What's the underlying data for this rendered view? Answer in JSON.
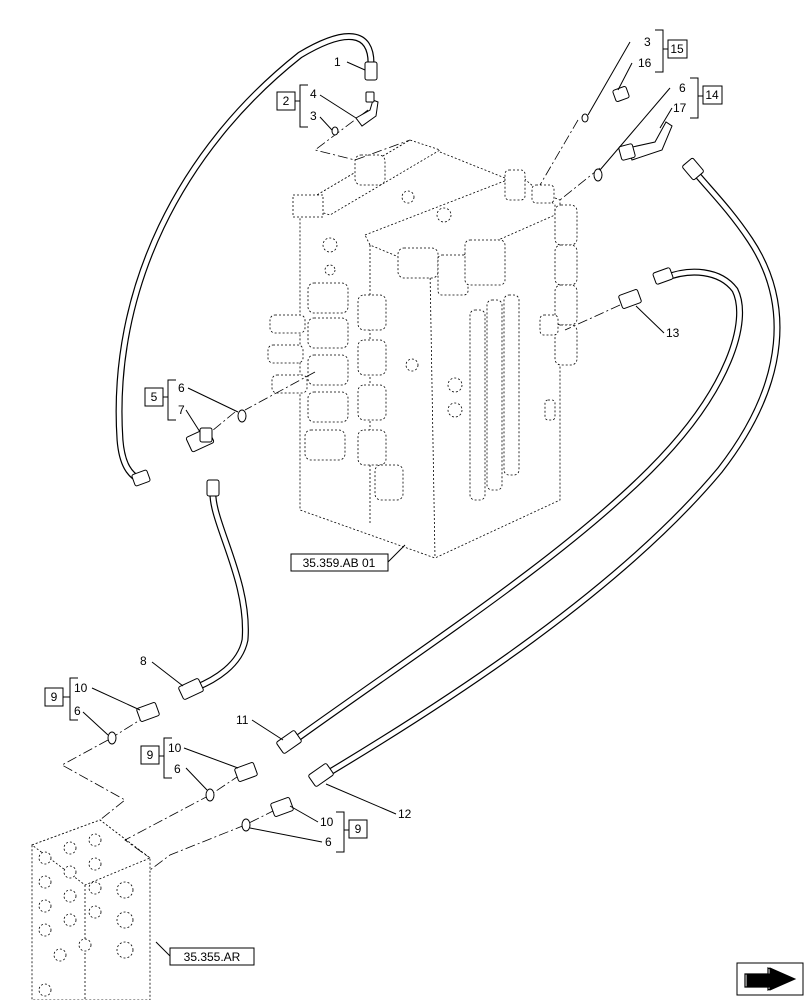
{
  "diagram": {
    "references": {
      "valve": "35.359.AB 01",
      "block": "35.355.AR"
    },
    "groups": {
      "g2": "2",
      "g5": "5",
      "g9a": "9",
      "g9b": "9",
      "g9c": "9",
      "g14": "14",
      "g15": "15"
    },
    "callouts": {
      "c1": "1",
      "c4": "4",
      "c3a": "3",
      "c3b": "3",
      "c16": "16",
      "c6a": "6",
      "c17": "17",
      "c6b": "6",
      "c7": "7",
      "c13": "13",
      "c8": "8",
      "c10a": "10",
      "c6c": "6",
      "c11": "11",
      "c10b": "10",
      "c6d": "6",
      "c12": "12",
      "c10c": "10",
      "c6e": "6"
    },
    "nav_icon": "arrow-icon"
  }
}
